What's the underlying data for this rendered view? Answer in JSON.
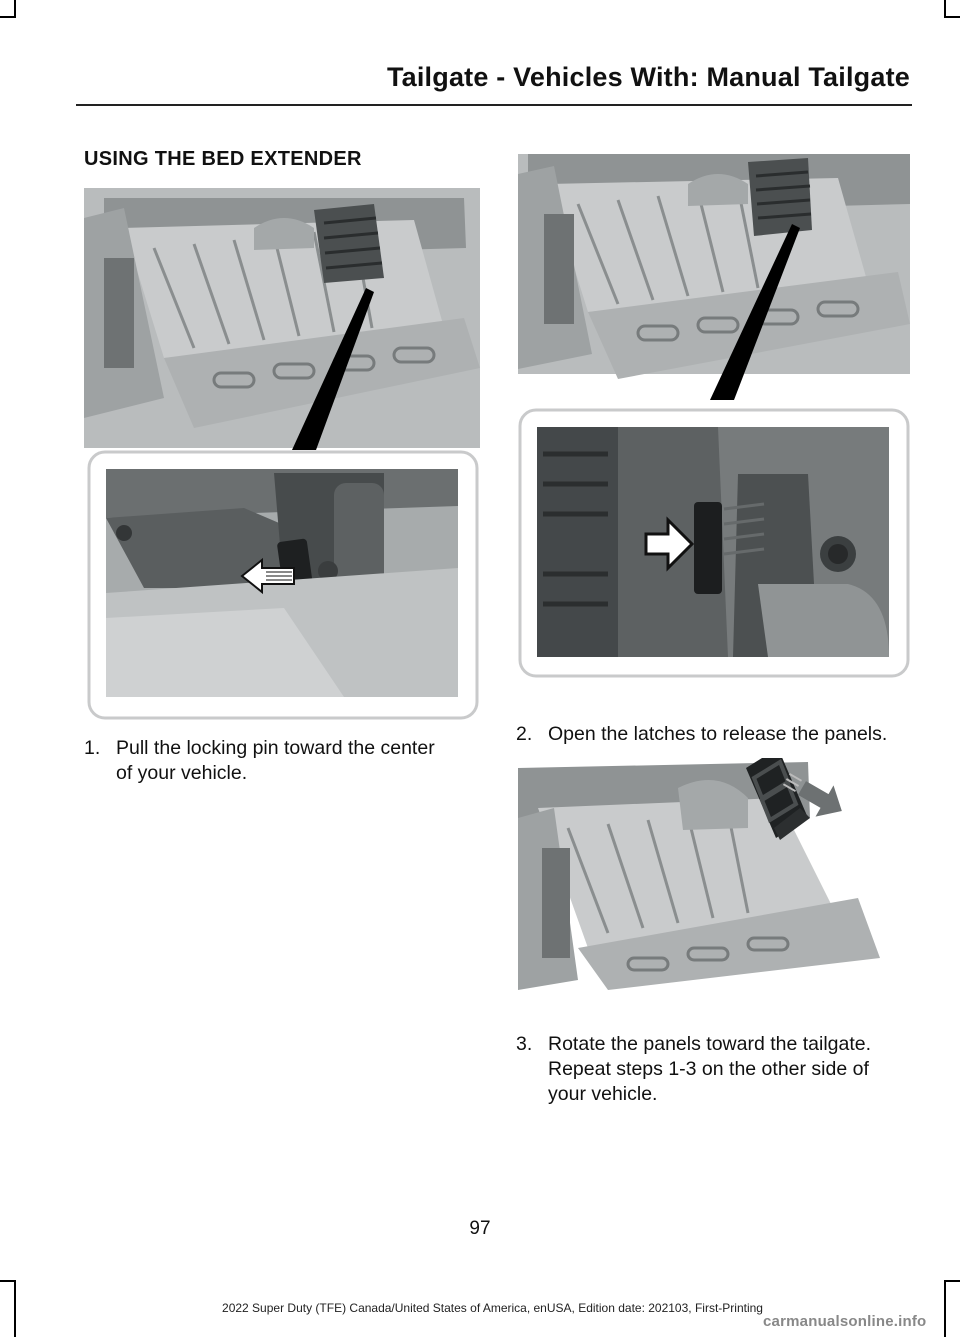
{
  "header": {
    "title": "Tailgate - Vehicles With: Manual Tailgate"
  },
  "section": {
    "heading": "USING THE BED EXTENDER"
  },
  "steps": [
    {
      "number": "1.",
      "lines": [
        "Pull the locking pin toward the center",
        "of your vehicle."
      ]
    },
    {
      "number": "2.",
      "lines": [
        "Open the latches to release the panels."
      ]
    },
    {
      "number": "3.",
      "lines": [
        "Rotate the panels toward the tailgate.",
        "Repeat steps 1-3 on the other side of",
        "your vehicle."
      ]
    }
  ],
  "footer": {
    "page_number": "97",
    "note": "2022 Super Duty (TFE) Canada/United States of America, enUSA, Edition date: 202103, First-Printing",
    "watermark": "carmanualsonline.info"
  },
  "figures": {
    "fig1_icon": "truck-bed-locking-pin-illustration",
    "fig2_icon": "truck-bed-latch-illustration",
    "fig3_icon": "truck-bed-rotate-panels-illustration"
  }
}
